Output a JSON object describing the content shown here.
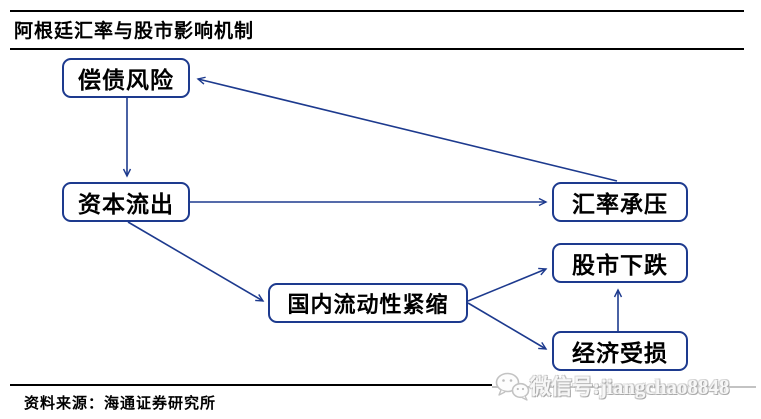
{
  "header": {
    "title": "阿根廷汇率与股市影响机制"
  },
  "diagram": {
    "accent_color": "#1d3a8e",
    "nodes": [
      {
        "id": "debt-risk",
        "label": "偿债风险"
      },
      {
        "id": "capital-outflow",
        "label": "资本流出"
      },
      {
        "id": "fx-pressure",
        "label": "汇率承压"
      },
      {
        "id": "stock-decline",
        "label": "股市下跌"
      },
      {
        "id": "economy-damage",
        "label": "经济受损"
      },
      {
        "id": "liquidity-tightening",
        "label": "国内流动性紧缩"
      }
    ],
    "edges": [
      {
        "from": "debt-risk",
        "to": "capital-outflow"
      },
      {
        "from": "capital-outflow",
        "to": "fx-pressure"
      },
      {
        "from": "fx-pressure",
        "to": "debt-risk"
      },
      {
        "from": "capital-outflow",
        "to": "liquidity-tightening"
      },
      {
        "from": "liquidity-tightening",
        "to": "stock-decline"
      },
      {
        "from": "liquidity-tightening",
        "to": "economy-damage"
      },
      {
        "from": "economy-damage",
        "to": "stock-decline"
      }
    ]
  },
  "footer": {
    "source": "资料来源：海通证券研究所"
  },
  "watermark": {
    "icon": "wechat-icon",
    "text": "微信号:jiangchao8848"
  }
}
